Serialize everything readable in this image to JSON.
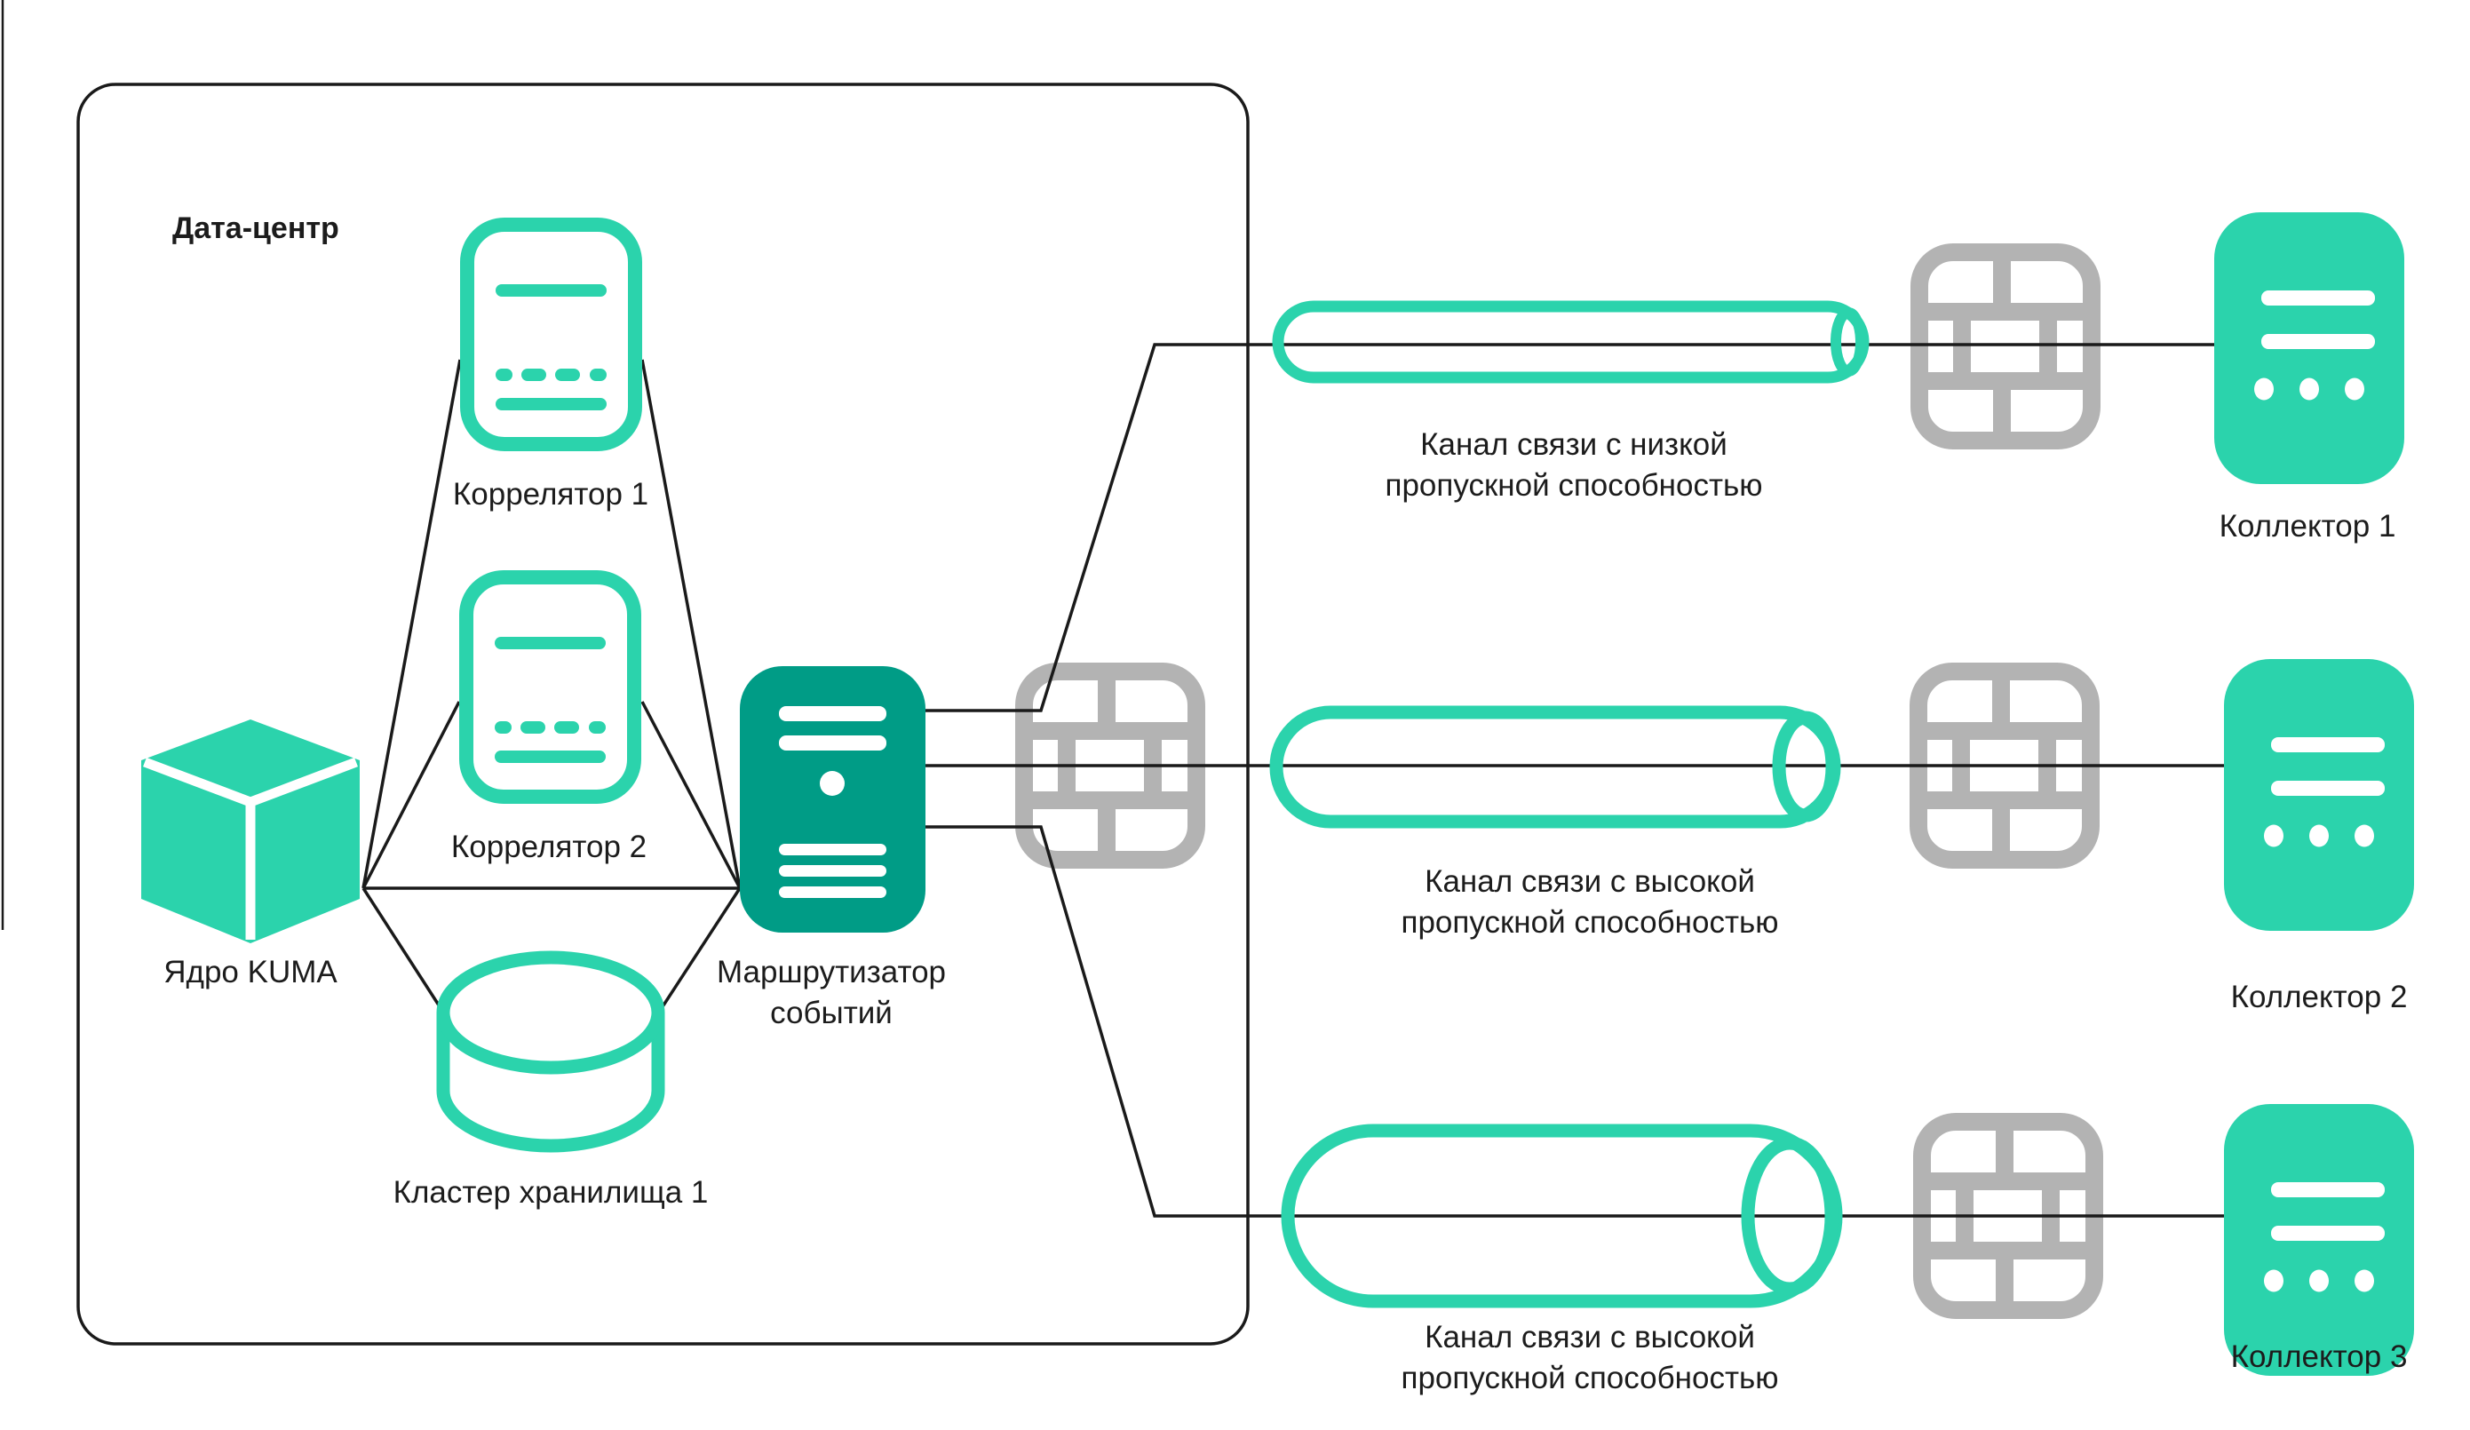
{
  "colors": {
    "teal": "#2BD3AC",
    "teal_dark": "#009C86",
    "gray": "#B3B3B3",
    "line": "#1A1A1A",
    "text": "#1C1C1C",
    "background": "#FFFFFF"
  },
  "datacenter": {
    "label": "Дата-центр"
  },
  "nodes": {
    "kuma_core": {
      "label": "Ядро KUMA",
      "icon": "cube-icon"
    },
    "correlator1": {
      "label": "Коррелятор 1",
      "icon": "correlator-server-icon"
    },
    "correlator2": {
      "label": "Коррелятор 2",
      "icon": "correlator-server-icon"
    },
    "storage_cluster": {
      "label": "Кластер хранилища 1",
      "icon": "database-cylinder-icon"
    },
    "event_router": {
      "label_line1": "Маршрутизатор",
      "label_line2": "событий",
      "icon": "server-tower-icon"
    },
    "collector1": {
      "label": "Коллектор 1",
      "icon": "collector-icon"
    },
    "collector2": {
      "label": "Коллектор 2",
      "icon": "collector-icon"
    },
    "collector3": {
      "label": "Коллектор 3",
      "icon": "collector-icon"
    }
  },
  "channels": {
    "channel1": {
      "line1": "Канал связи с низкой",
      "line2": "пропускной способностью",
      "bandwidth": "low",
      "icon": "thin-pipe-icon"
    },
    "channel2": {
      "line1": "Канал связи с высокой",
      "line2": "пропускной способностью",
      "bandwidth": "high",
      "icon": "wide-pipe-icon"
    },
    "channel3": {
      "line1": "Канал связи с высокой",
      "line2": "пропускной способностью",
      "bandwidth": "high",
      "icon": "wide-pipe-icon"
    }
  },
  "icons": [
    "cube-icon",
    "correlator-server-icon",
    "database-cylinder-icon",
    "server-tower-icon",
    "collector-icon",
    "firewall-icon",
    "thin-pipe-icon",
    "wide-pipe-icon"
  ]
}
